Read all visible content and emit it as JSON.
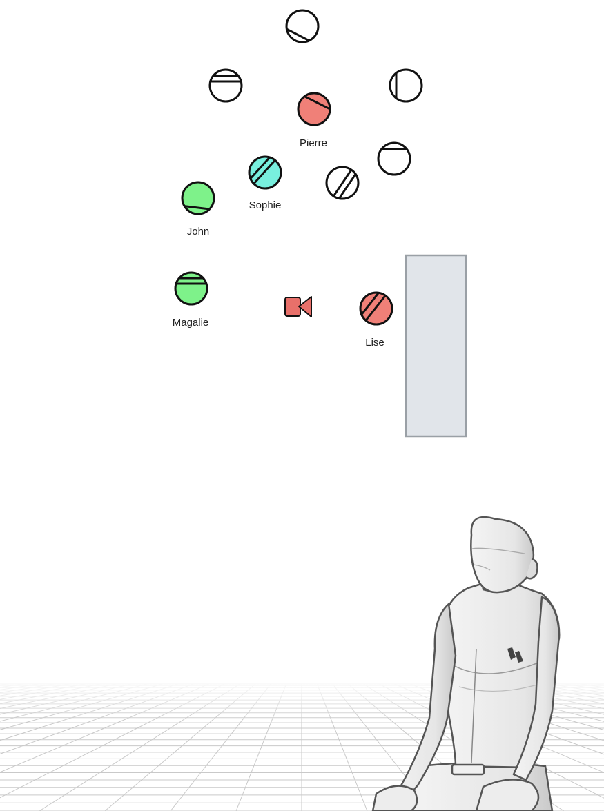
{
  "scene": {
    "colors": {
      "red": "#f08078",
      "green": "#7ef28a",
      "teal": "#78efde",
      "empty": "#ffffff",
      "outline": "#111111",
      "panel_fill": "#e1e5ea",
      "panel_stroke": "#9aa0a6",
      "camera": "#e8706a"
    },
    "actors": [
      {
        "name": "Pierre",
        "color": "red",
        "marker": "diag-single"
      },
      {
        "name": "Sophie",
        "color": "teal",
        "marker": "diag-double"
      },
      {
        "name": "John",
        "color": "green",
        "marker": "slant-bottom"
      },
      {
        "name": "Magalie",
        "color": "green",
        "marker": "double-bar"
      },
      {
        "name": "Lise",
        "color": "red",
        "marker": "diag-double"
      }
    ],
    "empty_marks": [
      {
        "marker": "diag-single"
      },
      {
        "marker": "double-bar"
      },
      {
        "marker": "vertical"
      },
      {
        "marker": "top-bar"
      },
      {
        "marker": "diag-double"
      }
    ],
    "camera": {
      "icon": "video-camera-icon"
    },
    "set_piece": {
      "icon": "wall-panel"
    }
  },
  "view3d": {
    "figure": "seated-mannequin",
    "floor": "perspective-grid"
  }
}
